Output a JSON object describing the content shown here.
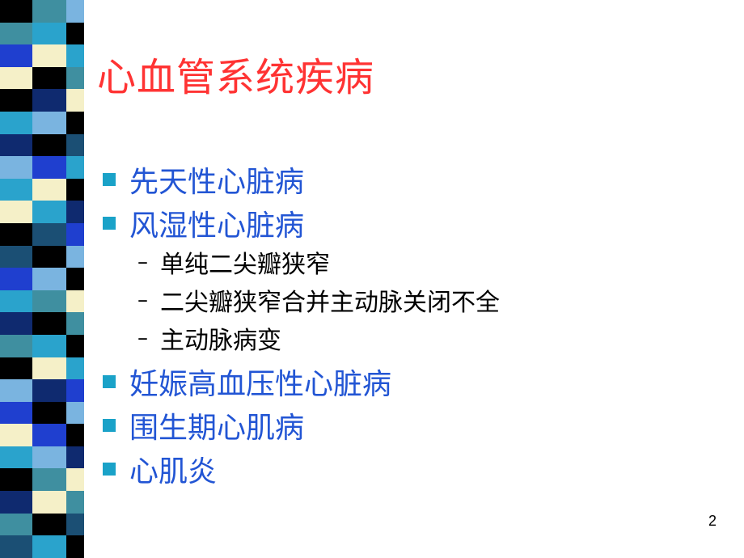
{
  "slide": {
    "title": "心血管系统疾病",
    "page_number": "2",
    "items": [
      {
        "label": "先天性心脏病"
      },
      {
        "label": "风湿性心脏病"
      },
      {
        "label": "妊娠高血压性心脏病"
      },
      {
        "label": "围生期心肌病"
      },
      {
        "label": "心肌炎"
      }
    ],
    "subitems": [
      {
        "dash": "–",
        "label": "单纯二尖瓣狭窄"
      },
      {
        "dash": "–",
        "label": "二尖瓣狭窄合并主动脉关闭不全"
      },
      {
        "dash": "–",
        "label": "主动脉病变"
      }
    ]
  },
  "colors": {
    "title": "#ff3333",
    "bullet_text": "#2255d4",
    "bullet_square": "#1aa2c8",
    "stripe_palette": [
      "#000000",
      "#3f8fa0",
      "#1f3fcf",
      "#f5f0c8",
      "#2aa3cc",
      "#0f2a6f",
      "#7ab4e0",
      "#1b4f74"
    ]
  }
}
